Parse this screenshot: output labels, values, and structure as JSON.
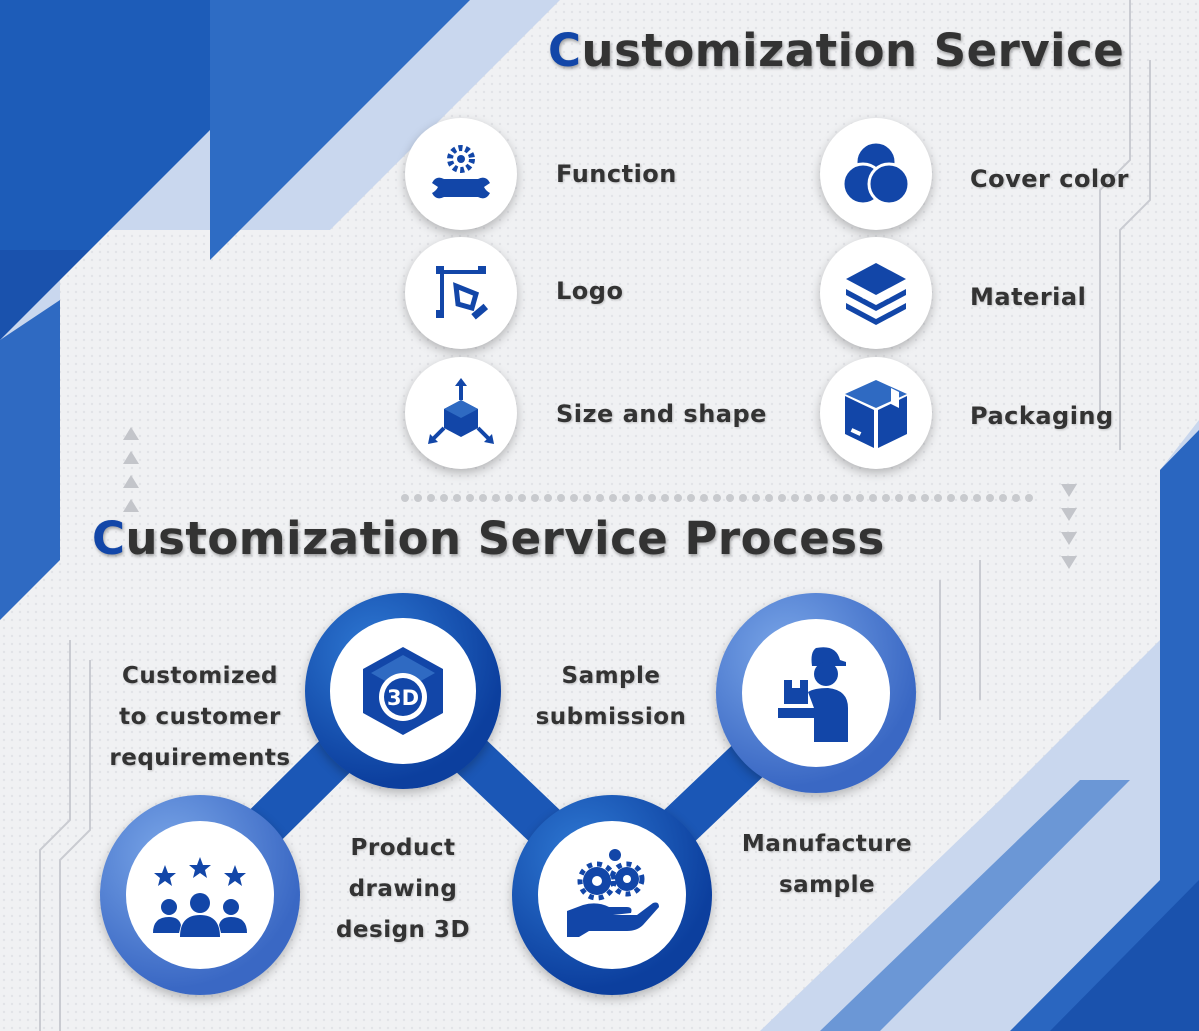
{
  "section1": {
    "title_first": "C",
    "title_rest": "ustomization Service",
    "items": [
      {
        "label": "Function",
        "icon": "gear-wrench-icon"
      },
      {
        "label": "Logo",
        "icon": "design-pen-icon"
      },
      {
        "label": "Size and shape",
        "icon": "cube-arrows-icon"
      },
      {
        "label": "Cover color",
        "icon": "color-circles-icon"
      },
      {
        "label": "Material",
        "icon": "layers-icon"
      },
      {
        "label": "Packaging",
        "icon": "package-box-icon"
      }
    ]
  },
  "section2": {
    "title_first": "C",
    "title_rest": "ustomization Service Process",
    "steps": [
      {
        "lines": [
          "Customized",
          "to customer",
          "requirements"
        ],
        "icon": "customers-stars-icon"
      },
      {
        "lines": [
          "Product",
          "drawing",
          "design 3D"
        ],
        "icon": "3d-cube-icon"
      },
      {
        "lines": [
          "Sample",
          "submission"
        ],
        "icon": "gears-hand-icon"
      },
      {
        "lines": [
          "Manufacture",
          "sample"
        ],
        "icon": "delivery-person-icon"
      }
    ]
  },
  "colors": {
    "accent": "#1246a8",
    "blue_dark": "#1a56b8",
    "blue_light": "#6f9ad8",
    "background": "#eeeff2"
  }
}
